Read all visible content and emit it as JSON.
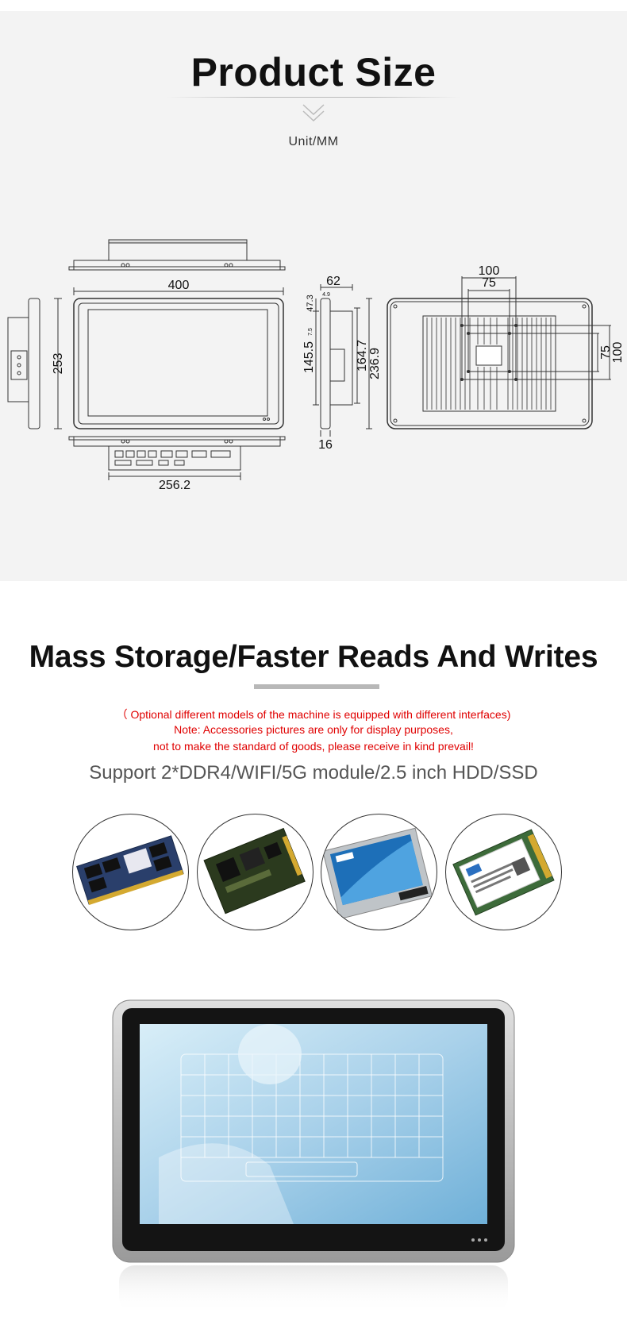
{
  "product_size": {
    "title": "Product Size",
    "unit": "Unit/MM"
  },
  "dimensions": {
    "width_400": "400",
    "height_253": "253",
    "depth_256": "256.2",
    "side_62": "62",
    "side_16": "16",
    "side_47_3": "47.3",
    "side_4_9": "4.9",
    "side_7_5": "7.5",
    "side_145_5": "145.5",
    "side_164_7": "164.7",
    "side_236_9": "236.9",
    "vesa_100_top": "100",
    "vesa_75_top": "75",
    "vesa_75_right": "75",
    "vesa_100_right": "100"
  },
  "storage": {
    "title": "Mass Storage/Faster Reads And Writes",
    "note_1": "（ Optional different models of the machine is equipped with different interfaces)",
    "note_2": "Note: Accessories pictures are only for display purposes,",
    "note_3": "not to make the standard of goods, please receive in kind prevail!",
    "support": "Support 2*DDR4/WIFI/5G module/2.5 inch HDD/SSD"
  },
  "colors": {
    "note_red": "#e00000",
    "section_bg": "#f3f3f3"
  }
}
